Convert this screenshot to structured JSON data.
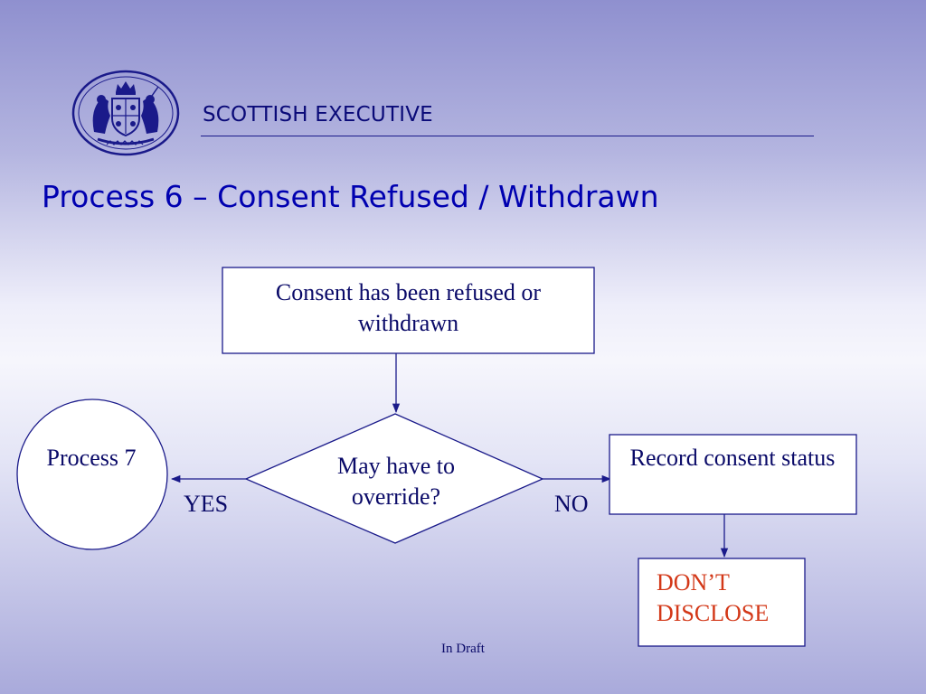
{
  "header": {
    "brand": "SCOTTISH EXECUTIVE",
    "title": "Process 6 – Consent Refused / Withdrawn"
  },
  "flow": {
    "start": "Consent has been refused or withdrawn",
    "decision": "May have to override?",
    "process7": "Process 7",
    "record": "Record consent status",
    "yes": "YES",
    "no": "NO",
    "dont_disclose": "DON’T DISCLOSE"
  },
  "footer": {
    "status": "In Draft"
  },
  "colors": {
    "navy": "#0a0a78",
    "title_blue": "#0000b0",
    "warning_red": "#d33818"
  },
  "icons": {
    "logo": "royal-coat-of-arms-seal-icon"
  }
}
